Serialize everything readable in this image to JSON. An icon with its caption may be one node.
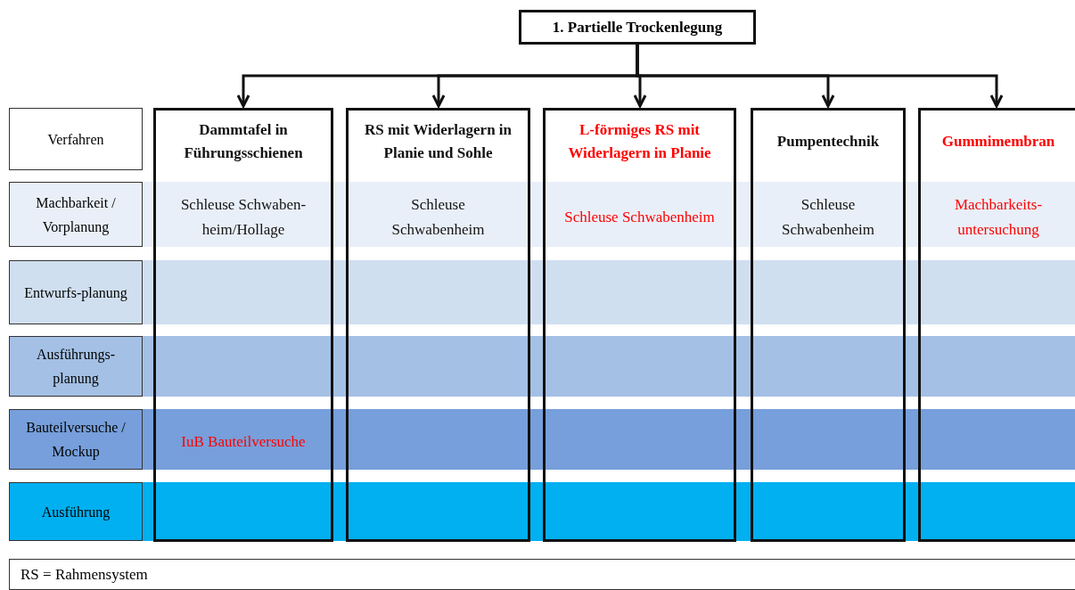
{
  "diagram": {
    "nodes": [
      {
        "text": [
          "1. Partielle Trockenlegung"
        ]
      },
      {
        "text": [
          "Verfahren"
        ]
      },
      {
        "text": [
          "Machbarkeit / Vorplanung"
        ]
      },
      {
        "text": [
          "Entwurfs-planung"
        ]
      },
      {
        "text": [
          "Ausführungs-planung"
        ]
      },
      {
        "text": [
          "Bauteilversuche / Mockup"
        ]
      },
      {
        "text": [
          "Ausführung"
        ]
      },
      {
        "text": [
          "Dammtafel in Führungsschienen",
          "Schleuse Schwaben-heim/Hollage",
          "IuB Bauteilversuche"
        ]
      },
      {
        "text": [
          "RS mit Widerlagern in Planie und Sohle",
          "Schleuse Schwabenheim"
        ]
      },
      {
        "text": [
          "L-förmiges RS mit Widerlagern in Planie",
          "Schleuse Schwabenheim"
        ]
      },
      {
        "text": [
          "Pumpentechnik",
          "Schleuse Schwabenheim"
        ]
      },
      {
        "text": [
          "Gummimembran",
          "Machbarkeits-untersuchung"
        ]
      },
      {
        "text": [
          "RS = Rahmensystem"
        ]
      }
    ],
    "edges": [
      {
        "from": 0,
        "to": 7,
        "arrow": "to"
      },
      {
        "from": 0,
        "to": 8,
        "arrow": "to"
      },
      {
        "from": 0,
        "to": 9,
        "arrow": "to"
      },
      {
        "from": 0,
        "to": 10,
        "arrow": "to"
      },
      {
        "from": 0,
        "to": 11,
        "arrow": "to"
      }
    ]
  }
}
